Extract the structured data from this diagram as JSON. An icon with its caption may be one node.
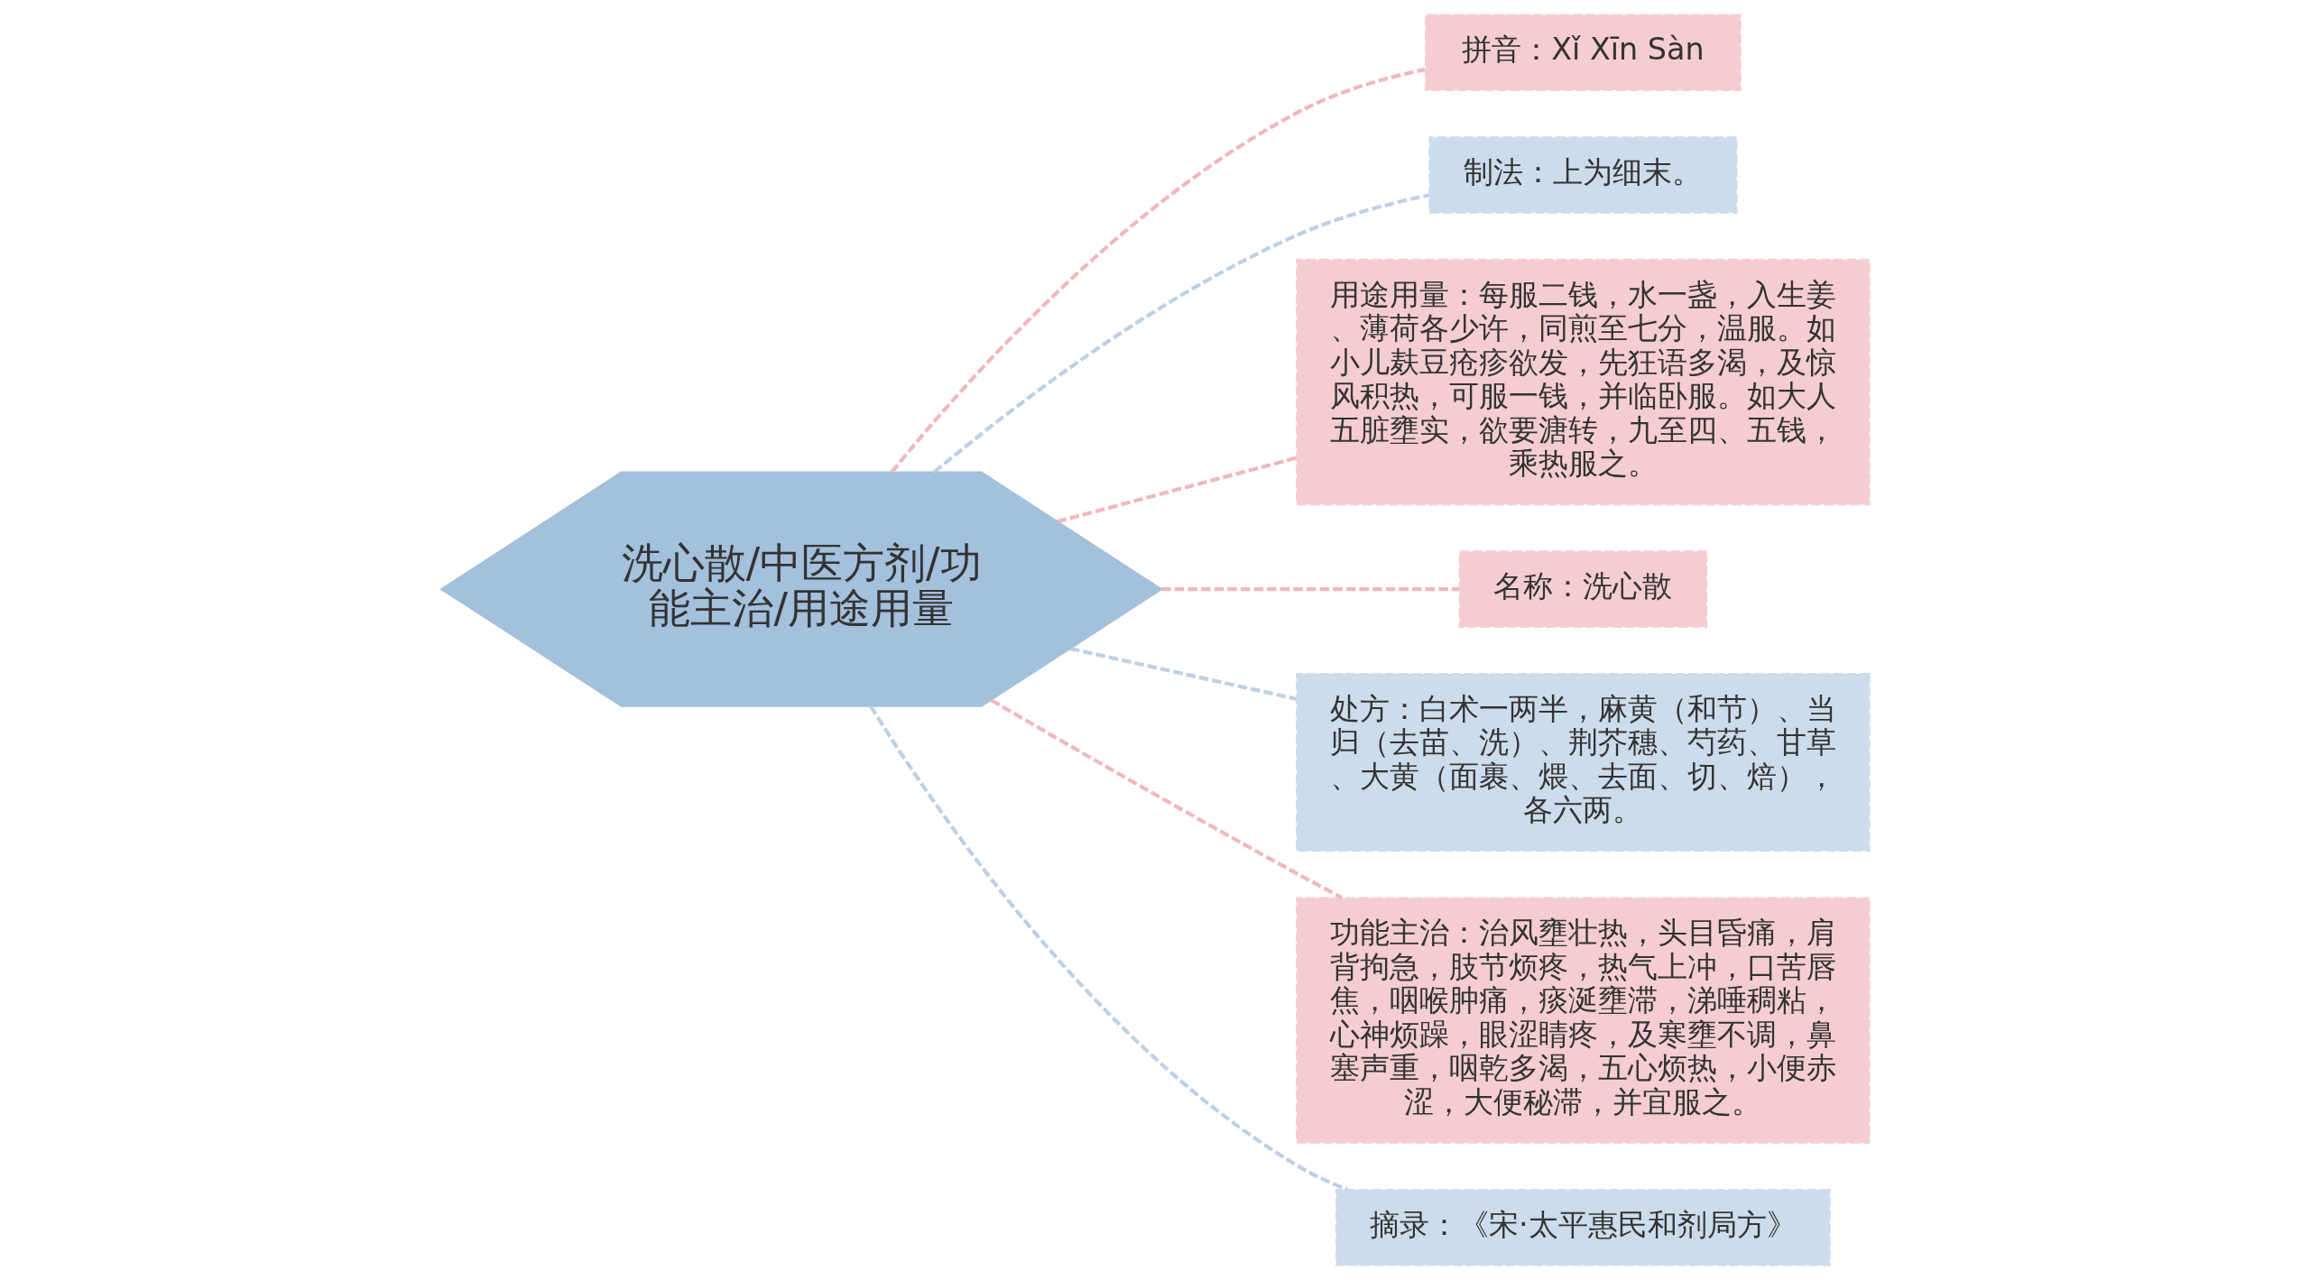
{
  "diagram": {
    "nodes": [
      {
        "text": [
          "洗心散/中医方剂/功能主治/用途用量"
        ]
      },
      {
        "text": [
          "拼音：Xǐ Xīn Sàn"
        ]
      },
      {
        "text": [
          "制法：上为细末。"
        ]
      },
      {
        "text": [
          "用途用量：每服二钱，水一盏，入生姜、薄荷各少许，同煎至七分，温服。如小儿麸豆疮疹欲发，先狂语多渴，及惊风积热，可服一钱，并临卧服。如大人五脏壅实，欲要溏转，九至四、五钱，乘热服之。"
        ]
      },
      {
        "text": [
          "名称：洗心散"
        ]
      },
      {
        "text": [
          "处方：白术一两半，麻黄（和节）、当归（去苗、洗）、荆芥穗、芍药、甘草、大黄（面裹、煨、去面、切、焙），各六两。"
        ]
      },
      {
        "text": [
          "功能主治：治风壅壮热，头目昏痛，肩背拘急，肢节烦疼，热气上冲，口苦唇焦，咽喉肿痛，痰涎壅滞，涕唾稠粘，心神烦躁，眼涩睛疼，及寒壅不调，鼻塞声重，咽乾多渴，五心烦热，小便赤涩，大便秘滞，并宜服之。"
        ]
      },
      {
        "text": [
          "摘录：《宋·太平惠民和剂局方》"
        ]
      }
    ],
    "edges": [
      {
        "from": 0,
        "to": 1,
        "arrow": "none",
        "style": "dashed"
      },
      {
        "from": 0,
        "to": 2,
        "arrow": "none",
        "style": "dashed",
        "color": "#bcd0e6"
      },
      {
        "from": 0,
        "to": 3,
        "arrow": "none",
        "style": "dashed"
      },
      {
        "from": 0,
        "to": 4,
        "arrow": "none",
        "style": "dashed"
      },
      {
        "from": 0,
        "to": 5,
        "arrow": "none",
        "style": "dashed",
        "color": "#bcd0e6"
      },
      {
        "from": 0,
        "to": 6,
        "arrow": "none",
        "style": "dashed"
      },
      {
        "from": 0,
        "to": 7,
        "arrow": "none",
        "style": "dashed",
        "color": "#bcd0e6"
      }
    ]
  }
}
